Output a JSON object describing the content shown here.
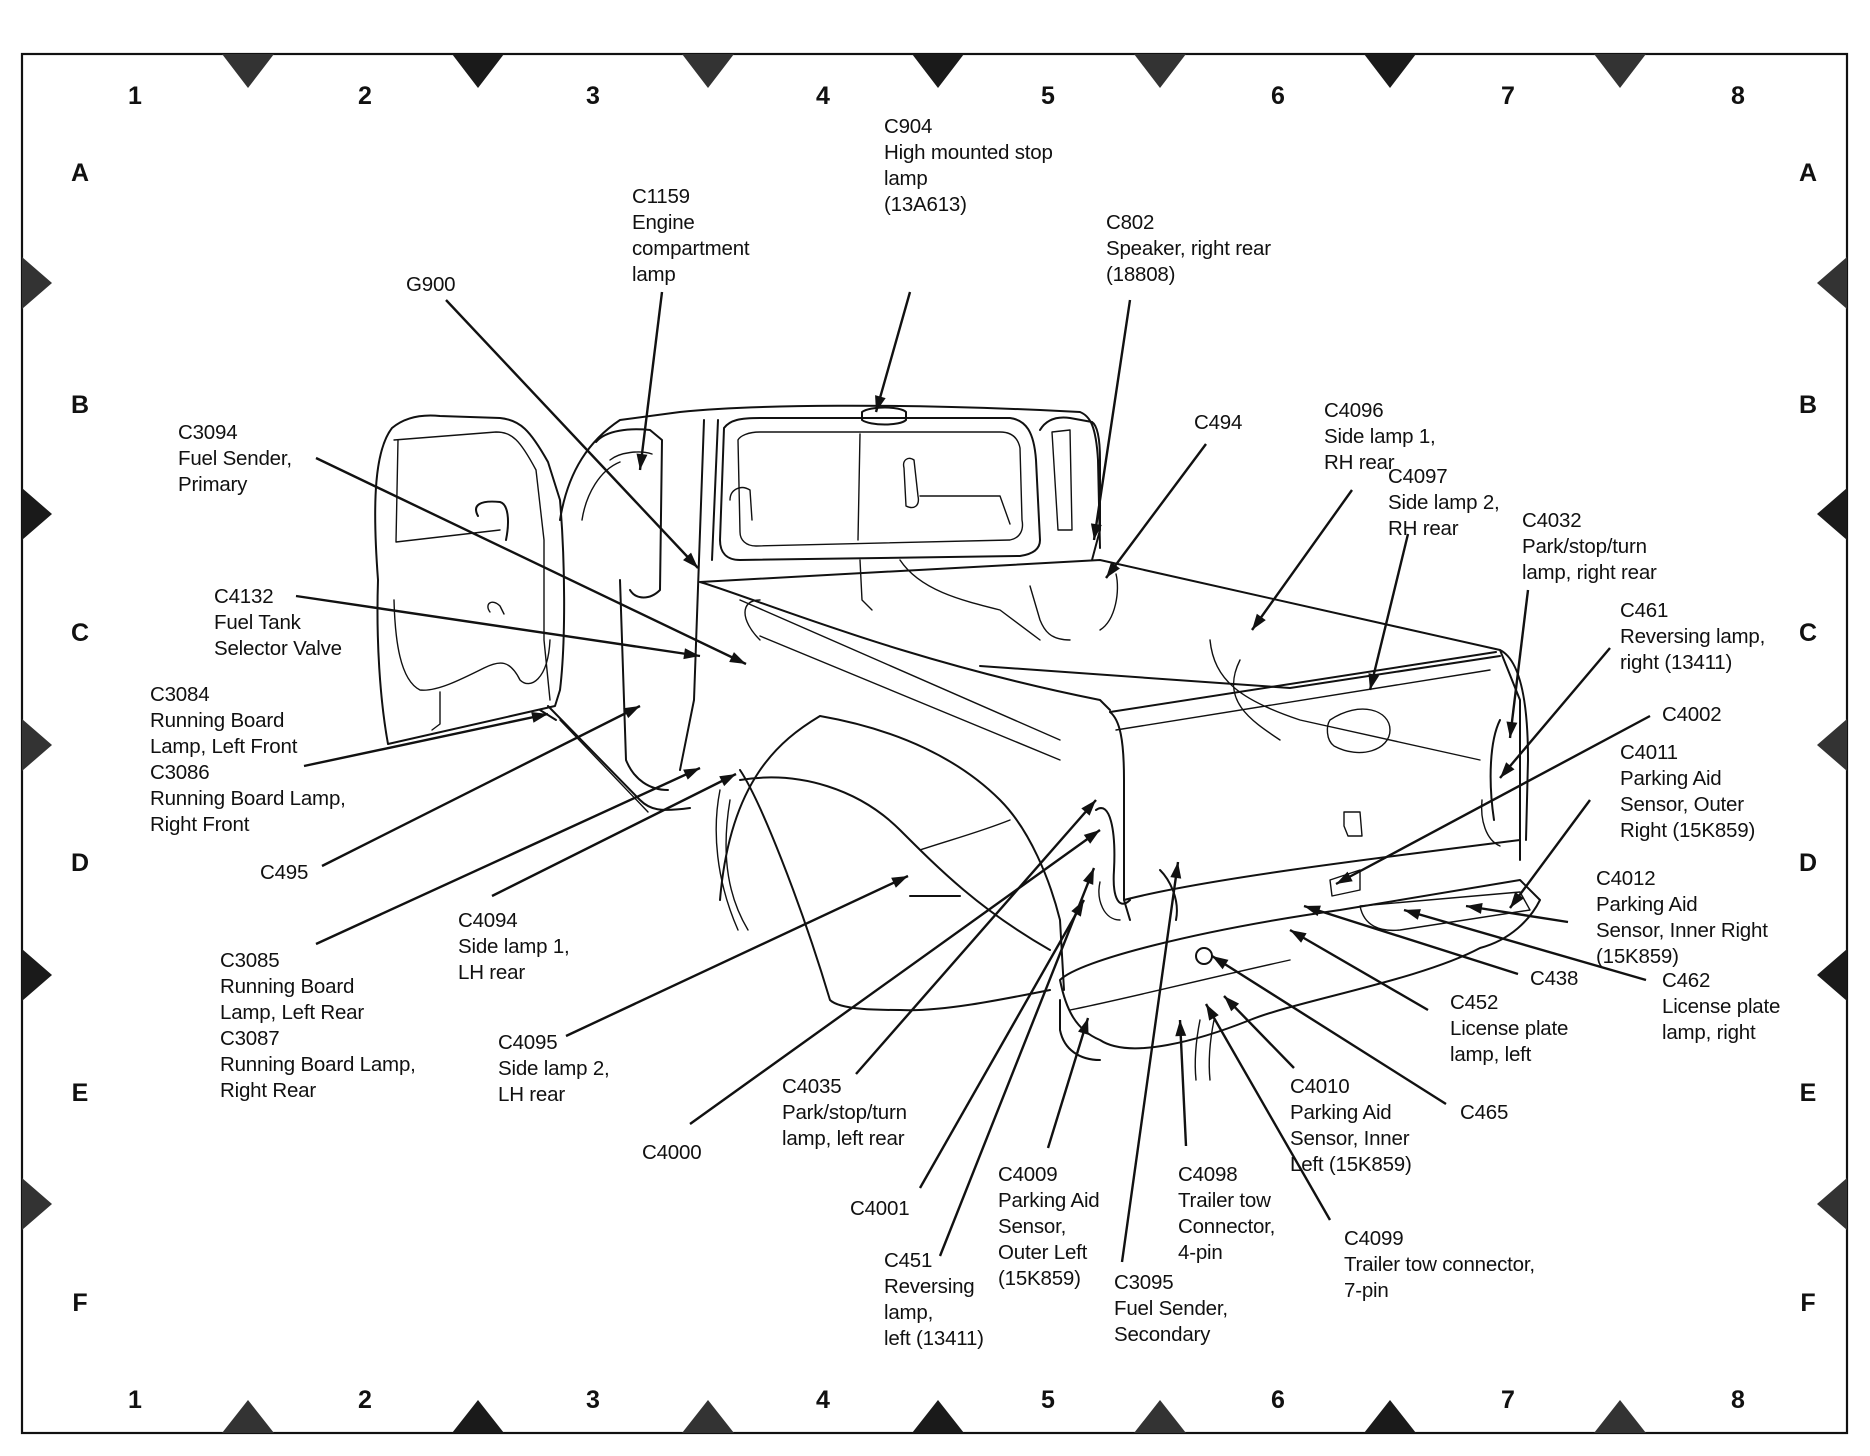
{
  "diagram": {
    "title": "Rear connector / component location view — pickup truck",
    "grid": {
      "columns": [
        "1",
        "2",
        "3",
        "4",
        "5",
        "6",
        "7",
        "8"
      ],
      "rows": [
        "A",
        "B",
        "C",
        "D",
        "E",
        "F"
      ]
    },
    "callouts": [
      {
        "id": "c904",
        "code": "C904",
        "lines": [
          "High mounted stop",
          "lamp",
          "(13A613)"
        ]
      },
      {
        "id": "c1159",
        "code": "C1159",
        "lines": [
          "Engine",
          "compartment",
          "lamp"
        ]
      },
      {
        "id": "c802",
        "code": "C802",
        "lines": [
          "Speaker, right rear",
          "(18808)"
        ]
      },
      {
        "id": "g900",
        "code": "G900",
        "lines": []
      },
      {
        "id": "c3094",
        "code": "C3094",
        "lines": [
          "Fuel Sender,",
          "Primary"
        ]
      },
      {
        "id": "c494",
        "code": "C494",
        "lines": []
      },
      {
        "id": "c4096",
        "code": "C4096",
        "lines": [
          "Side lamp 1,",
          "RH rear"
        ]
      },
      {
        "id": "c4097",
        "code": "C4097",
        "lines": [
          "Side lamp 2,",
          "RH rear"
        ]
      },
      {
        "id": "c4032",
        "code": "C4032",
        "lines": [
          "Park/stop/turn",
          "lamp, right rear"
        ]
      },
      {
        "id": "c4132",
        "code": "C4132",
        "lines": [
          "Fuel Tank",
          "Selector Valve"
        ]
      },
      {
        "id": "c461",
        "code": "C461",
        "lines": [
          "Reversing lamp,",
          "right (13411)"
        ]
      },
      {
        "id": "c3084",
        "code": "C3084",
        "lines": [
          "Running Board",
          "Lamp, Left Front"
        ]
      },
      {
        "id": "c3086",
        "code": "C3086",
        "lines": [
          "Running Board Lamp,",
          "Right Front"
        ]
      },
      {
        "id": "c4002",
        "code": "C4002",
        "lines": []
      },
      {
        "id": "c4011",
        "code": "C4011",
        "lines": [
          "Parking Aid",
          "Sensor, Outer",
          "Right (15K859)"
        ]
      },
      {
        "id": "c495",
        "code": "C495",
        "lines": []
      },
      {
        "id": "c4012",
        "code": "C4012",
        "lines": [
          "Parking Aid",
          "Sensor, Inner Right",
          "(15K859)"
        ]
      },
      {
        "id": "c4094",
        "code": "C4094",
        "lines": [
          "Side lamp 1,",
          "LH rear"
        ]
      },
      {
        "id": "c3085",
        "code": "C3085",
        "lines": [
          "Running Board",
          "Lamp, Left Rear"
        ]
      },
      {
        "id": "c3087",
        "code": "C3087",
        "lines": [
          "Running Board Lamp,",
          "Right Rear"
        ]
      },
      {
        "id": "c438",
        "code": "C438",
        "lines": []
      },
      {
        "id": "c462",
        "code": "C462",
        "lines": [
          "License plate",
          "lamp, right"
        ]
      },
      {
        "id": "c452",
        "code": "C452",
        "lines": [
          "License plate",
          "lamp, left"
        ]
      },
      {
        "id": "c4095",
        "code": "C4095",
        "lines": [
          "Side lamp 2,",
          "LH rear"
        ]
      },
      {
        "id": "c4035",
        "code": "C4035",
        "lines": [
          "Park/stop/turn",
          "lamp, left rear"
        ]
      },
      {
        "id": "c4010",
        "code": "C4010",
        "lines": [
          "Parking Aid",
          "Sensor, Inner",
          "Left (15K859)"
        ]
      },
      {
        "id": "c465",
        "code": "C465",
        "lines": []
      },
      {
        "id": "c4000",
        "code": "C4000",
        "lines": []
      },
      {
        "id": "c4009",
        "code": "C4009",
        "lines": [
          "Parking Aid",
          "Sensor,",
          "Outer Left",
          "(15K859)"
        ]
      },
      {
        "id": "c4098",
        "code": "C4098",
        "lines": [
          "Trailer tow",
          "Connector,",
          "4-pin"
        ]
      },
      {
        "id": "c4001",
        "code": "C4001",
        "lines": []
      },
      {
        "id": "c4099",
        "code": "C4099",
        "lines": [
          "Trailer tow connector,",
          "7-pin"
        ]
      },
      {
        "id": "c451",
        "code": "C451",
        "lines": [
          "Reversing",
          "lamp,",
          "left (13411)"
        ]
      },
      {
        "id": "c3095",
        "code": "C3095",
        "lines": [
          "Fuel Sender,",
          "Secondary"
        ]
      }
    ]
  }
}
